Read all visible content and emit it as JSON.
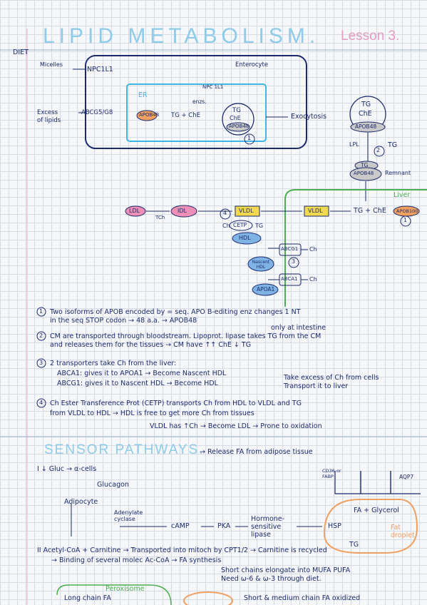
{
  "page": {
    "title": "LIPID METABOLISM.",
    "lesson": "Lesson 3."
  },
  "diagram": {
    "diet": "DIET",
    "micelles": "Micelles",
    "npc": "NPC1L1",
    "enterocyte": "Enterocyte",
    "npc_small": "NPC 1L1",
    "enzymes": "enzs.",
    "er": "ER",
    "apob48_in": "APOB48",
    "tg_che": "TG + ChE",
    "chylo_tg": "TG",
    "chylo_che": "ChE",
    "chylo_apob": "APOB48",
    "circle1": "1",
    "exocytosis": "Exocytosis",
    "excess": "Excess",
    "of_lipids": "of lipids",
    "abcg": "ABCG5/G8",
    "cm_tg": "TG",
    "cm_che": "ChE",
    "cm_apob": "APOB48",
    "lpl": "LPL",
    "lpl_tg": "TG",
    "circle2": "2",
    "rem_tg": "TG",
    "rem_apob": "APOB48",
    "remnant": "Remnant",
    "liver": "Liver",
    "ldl_pink": "LDL",
    "tch": "TCh",
    "idl": "IDL",
    "circle4": "4",
    "vldl_a": "VLDL",
    "vldl_b": "VLDL",
    "tg_che_apob": "TG + ChE",
    "apob100": "APOB100",
    "circle1b": "1",
    "ch_l": "Ch",
    "cetp": "CETP",
    "tg_r": "TG",
    "hdl_blue": "HDL",
    "abcg1": "ABCG1",
    "ch_a": "Ch",
    "nascent": "Nascent HDL",
    "circle3": "3",
    "abca1": "ABCA1",
    "ch_b": "Ch",
    "apoa1": "APOA1"
  },
  "notes": {
    "n1_a": "Two isoforms of APOB encoded by = seq. APO B-editing enz changes 1 NT",
    "n1_b": "in the seq STOP codon → 48 a.a. → APOB48",
    "n1_c": "only at intestine",
    "n2_a": "CM are transported through bloodstream. Lipoprot. lipase takes TG from the CM",
    "n2_b": "and releases them for the tissues → CM have ↑↑ ChE ↓ TG",
    "n3_a": "2 transporters take Ch from the liver:",
    "n3_b": "ABCA1: gives it to APOA1 → Become Nascent HDL",
    "n3_c": "ABCG1: gives it to Nascent HDL → Become HDL",
    "n3_d": "Take excess of Ch from cells",
    "n3_e": "Transport it to liver",
    "n4_a": "Ch Ester Transference Prot (CETP) transports Ch from HDL to VLDL and TG",
    "n4_b": "from VLDL to HDL → HDL is free to get more Ch from tissues",
    "n4_c": "VLDL has ↑Ch → Become LDL → Prone to oxidation"
  },
  "sensor": {
    "title": "SENSOR PATHWAYS.",
    "subtitle": "→ Release FA from adipose tissue",
    "i_label": "I ↓ Gluc → α-cells",
    "glucagon": "Glucagon",
    "adipocyte": "Adipocyte",
    "adenylate": "Adenylate cyclase",
    "camp": "cAMP",
    "pka": "PKA",
    "hsl": "Hormone-sensitive lipase",
    "hsp": "HSP",
    "tg": "TG",
    "fa_glycerol": "FA + Glycerol",
    "fat_droplet": "Fat droplet",
    "aqp7": "AQP7",
    "cd36": "CD36 or FABP",
    "ii_a": "II Acetyl-CoA + Carnitine → Transported into mitoch by CPT1/2 → Carnitine is recycled",
    "ii_b": "→ Binding of several molec Ac-CoA → FA synthesis",
    "ii_c": "Short chains elongate into MUFA PUFA",
    "ii_d": "Need ω-6 & ω-3 through diet.",
    "peroxisome": "Peroxisome",
    "long_chain": "Long chain FA",
    "short_med": "Short & medium chain FA oxidized"
  },
  "colors": {
    "ink": "#1b2a6b",
    "title": "#8ecbe8",
    "lesson": "#e49bc0",
    "er": "#3fb6e3",
    "liver": "#4caf50",
    "orange": "#f0a060",
    "pink": "#ef8fb6",
    "yellow": "#f2d94e",
    "blue_fill": "#7fb3e6",
    "grey_fill": "#c9c9c9"
  }
}
